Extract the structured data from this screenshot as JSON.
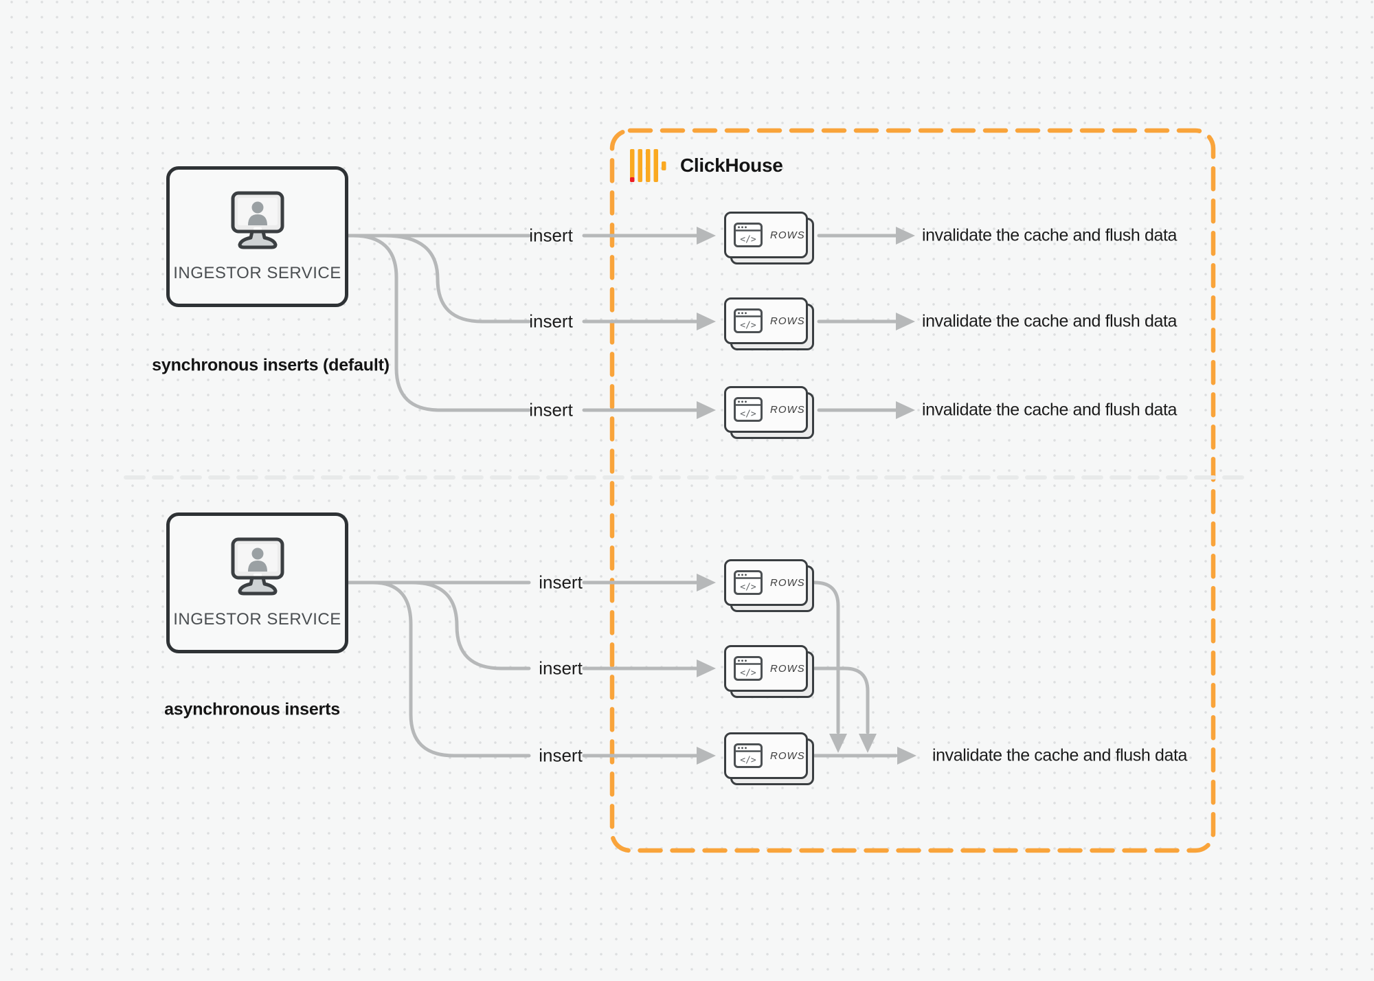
{
  "clickhouse": {
    "label": "ClickHouse"
  },
  "sync": {
    "section_label": "synchronous inserts (default)",
    "service_label": "INGESTOR SERVICE",
    "rows": [
      {
        "insert": "insert",
        "card": "ROWS",
        "result": "invalidate the cache and flush data"
      },
      {
        "insert": "insert",
        "card": "ROWS",
        "result": "invalidate the cache and flush data"
      },
      {
        "insert": "insert",
        "card": "ROWS",
        "result": "invalidate the cache and flush data"
      }
    ]
  },
  "async": {
    "section_label": "asynchronous inserts",
    "service_label": "INGESTOR SERVICE",
    "rows": [
      {
        "insert": "insert",
        "card": "ROWS"
      },
      {
        "insert": "insert",
        "card": "ROWS"
      },
      {
        "insert": "insert",
        "card": "ROWS"
      }
    ],
    "result": "invalidate the cache and flush data"
  },
  "icons": {
    "code_glyph": "</>",
    "service_icon": "monitor-user-icon",
    "card_icon": "browser-code-window-icon",
    "logo_icon": "clickhouse-bars-icon"
  },
  "colors": {
    "accent_orange": "#F9A43B",
    "logo_yellow": "#FAA921",
    "logo_red": "#ED1C24",
    "connector_gray": "#B6B8B9",
    "divider_gray": "#E8EAEA",
    "box_border_dark": "#2E3235",
    "background": "#F6F7F7"
  }
}
